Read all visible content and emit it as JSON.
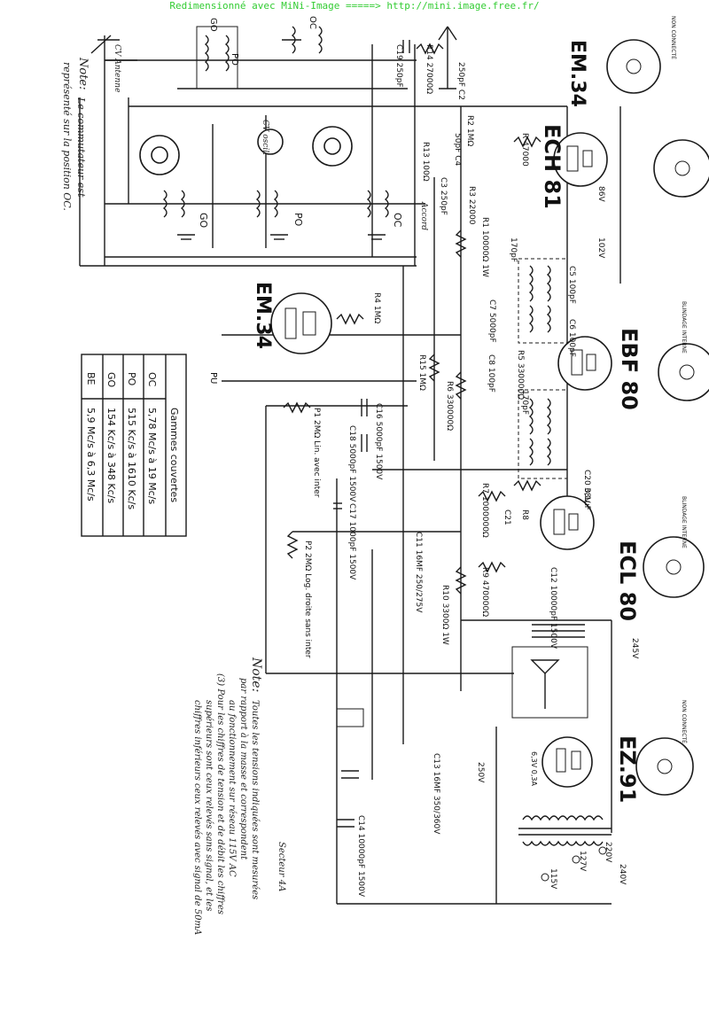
{
  "banner": "Redimensionné avec MiNi-Image =====> http://mini.image.free.fr/",
  "tubes": {
    "em34_top": "EM.34",
    "ech81": "ECH 81",
    "em34_mid": "EM.34",
    "ebf80": "EBF 80",
    "ecl80": "ECL 80",
    "ez91": "EZ.91"
  },
  "notes": {
    "top_title": "Note:",
    "top_line1": "Le commutateur est",
    "top_line2": "représenté sur la position OC.",
    "bottom_title": "Note:",
    "bottom_lines": [
      "Toutes les tensions indiquées sont mesurées",
      "par rapport à la masse et correspondent",
      "au fonctionnement sur réseau 115V AC",
      "(3) Pour les chiffres de tension et de débit les chiffres",
      "supérieurs sont ceux relevés sans signal, et les",
      "chiffres inférieurs ceux relevés avec signal de 50mA"
    ]
  },
  "gammes": {
    "title": "Gammes couvertes",
    "rows": [
      {
        "band": "OC",
        "range": "5,78 Mc/s à 19 Mc/s"
      },
      {
        "band": "PO",
        "range": "515 Kc/s à 1610 Kc/s"
      },
      {
        "band": "GO",
        "range": "154 Kc/s à 348 Kc/s"
      },
      {
        "band": "BE",
        "range": "5,9 Mc/s à 6,3 Mc/s"
      }
    ]
  },
  "labels": {
    "go_top": "GO",
    "po_top": "PO",
    "oc_top": "OC",
    "cv_antenne": "CV Antenne",
    "cv_oscil": "CV oscil.",
    "c19": "C19 250pF",
    "r14": "R14 27000Ω",
    "c2": "250pF C2",
    "r2": "R2 1MΩ",
    "c3": "C3 250pF",
    "r13": "R13 100Ω",
    "c4": "50pF C4",
    "r3": "R3 22000",
    "r1": "R1 10000Ω 1W",
    "r47000": "R 47000",
    "v86": "86V",
    "v102": "102V",
    "v170a": "170pF",
    "v170b": "170pF",
    "c5": "C5 100pF",
    "c7": "C7 5000pF",
    "c8": "C8 100pF",
    "c6": "C6 100pF",
    "r4": "R4 1MΩ",
    "r5": "R5 330000Ω",
    "r15": "R15 1MΩ",
    "r6": "R6 330000Ω",
    "c16": "C16 5000pF 1500V",
    "c18": "C18 5000pF 1500V",
    "p1": "P1 2MΩ Lin. avec inter",
    "c17": "C17 1000pF 1500V",
    "p2": "P2 2MΩ Log. droite sans inter",
    "r7": "R7 1000000Ω",
    "c20": "C20 0,1µF",
    "v38": "38V",
    "c11": "C11 16MF 250/275V",
    "c21": "C21",
    "r8": "R8",
    "r9": "R9 470000Ω",
    "c12": "C12 10000pF 1500V",
    "r10": "R10 3300Ω 1W",
    "v245": "245V",
    "v250": "250V",
    "c13": "C13 16MF 350/360V",
    "c14": "C14 10000pF 1500V",
    "secteur": "Secteur 4A",
    "v115": "115V",
    "v127": "127V",
    "v220": "220V",
    "v240": "240V",
    "pu": "PU",
    "non_connecte_top": "NON CONNECTÉ",
    "non_connecte_bottom": "NON CONNECTÉ",
    "blindage_interne_1": "BLINDAGE INTERNE",
    "blindage_interne_2": "BLINDAGE INTERNE",
    "chauffage": "6,3V 0,3A",
    "accord": "Accord",
    "oc_mid": "OC",
    "po_mid": "PO",
    "go_mid": "GO"
  }
}
